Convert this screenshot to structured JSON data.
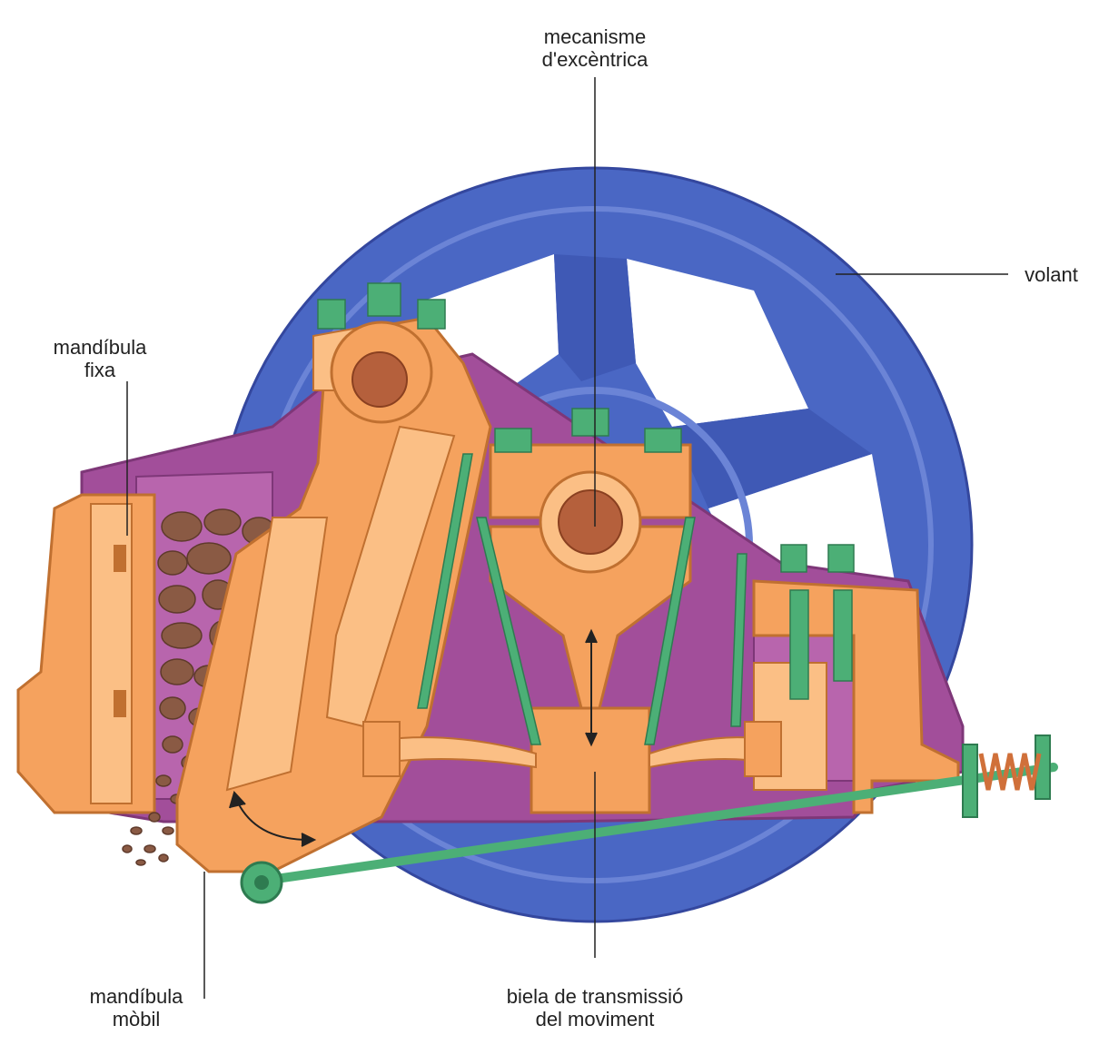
{
  "labels": {
    "eccentric": {
      "line1": "mecanisme",
      "line2": "d'excèntrica"
    },
    "flywheel": {
      "line1": "volant"
    },
    "fixed_jaw": {
      "line1": "mandíbula",
      "line2": "fixa"
    },
    "movable_jaw": {
      "line1": "mandíbula",
      "line2": "mòbil"
    },
    "connecting_rod": {
      "line1": "biela de transmissió",
      "line2": "del moviment"
    }
  },
  "colors": {
    "flywheel": "#4a67c4",
    "flywheel_dark": "#34479e",
    "frame": "#a24e9a",
    "frame_dark": "#7e3778",
    "jaw_orange": "#f5a25e",
    "jaw_light": "#fbbf85",
    "bolts": "#4caf76",
    "rock": "#8a5a44",
    "spring": "#d0703a"
  }
}
